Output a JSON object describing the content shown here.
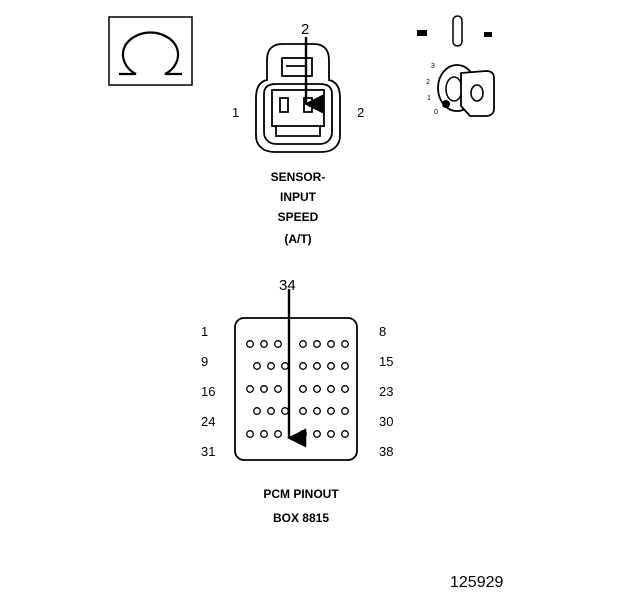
{
  "ohmmeter": {
    "symbol": "Ω"
  },
  "sensor_connector": {
    "pin_left": "1",
    "pin_right": "2",
    "probe_pin": "2",
    "caption_lines": [
      "SENSOR-",
      "INPUT",
      "SPEED",
      "(A/T)"
    ]
  },
  "ignition_key": {
    "positions": [
      "3",
      "2",
      "1",
      "0"
    ]
  },
  "pcm_connector": {
    "probe_pin": "34",
    "row_start_pins": [
      "1",
      "9",
      "16",
      "24",
      "31"
    ],
    "row_end_pins": [
      "8",
      "15",
      "23",
      "30",
      "38"
    ],
    "caption_lines": [
      "PCM PINOUT",
      "BOX 8815"
    ]
  },
  "figure_number": "125929"
}
